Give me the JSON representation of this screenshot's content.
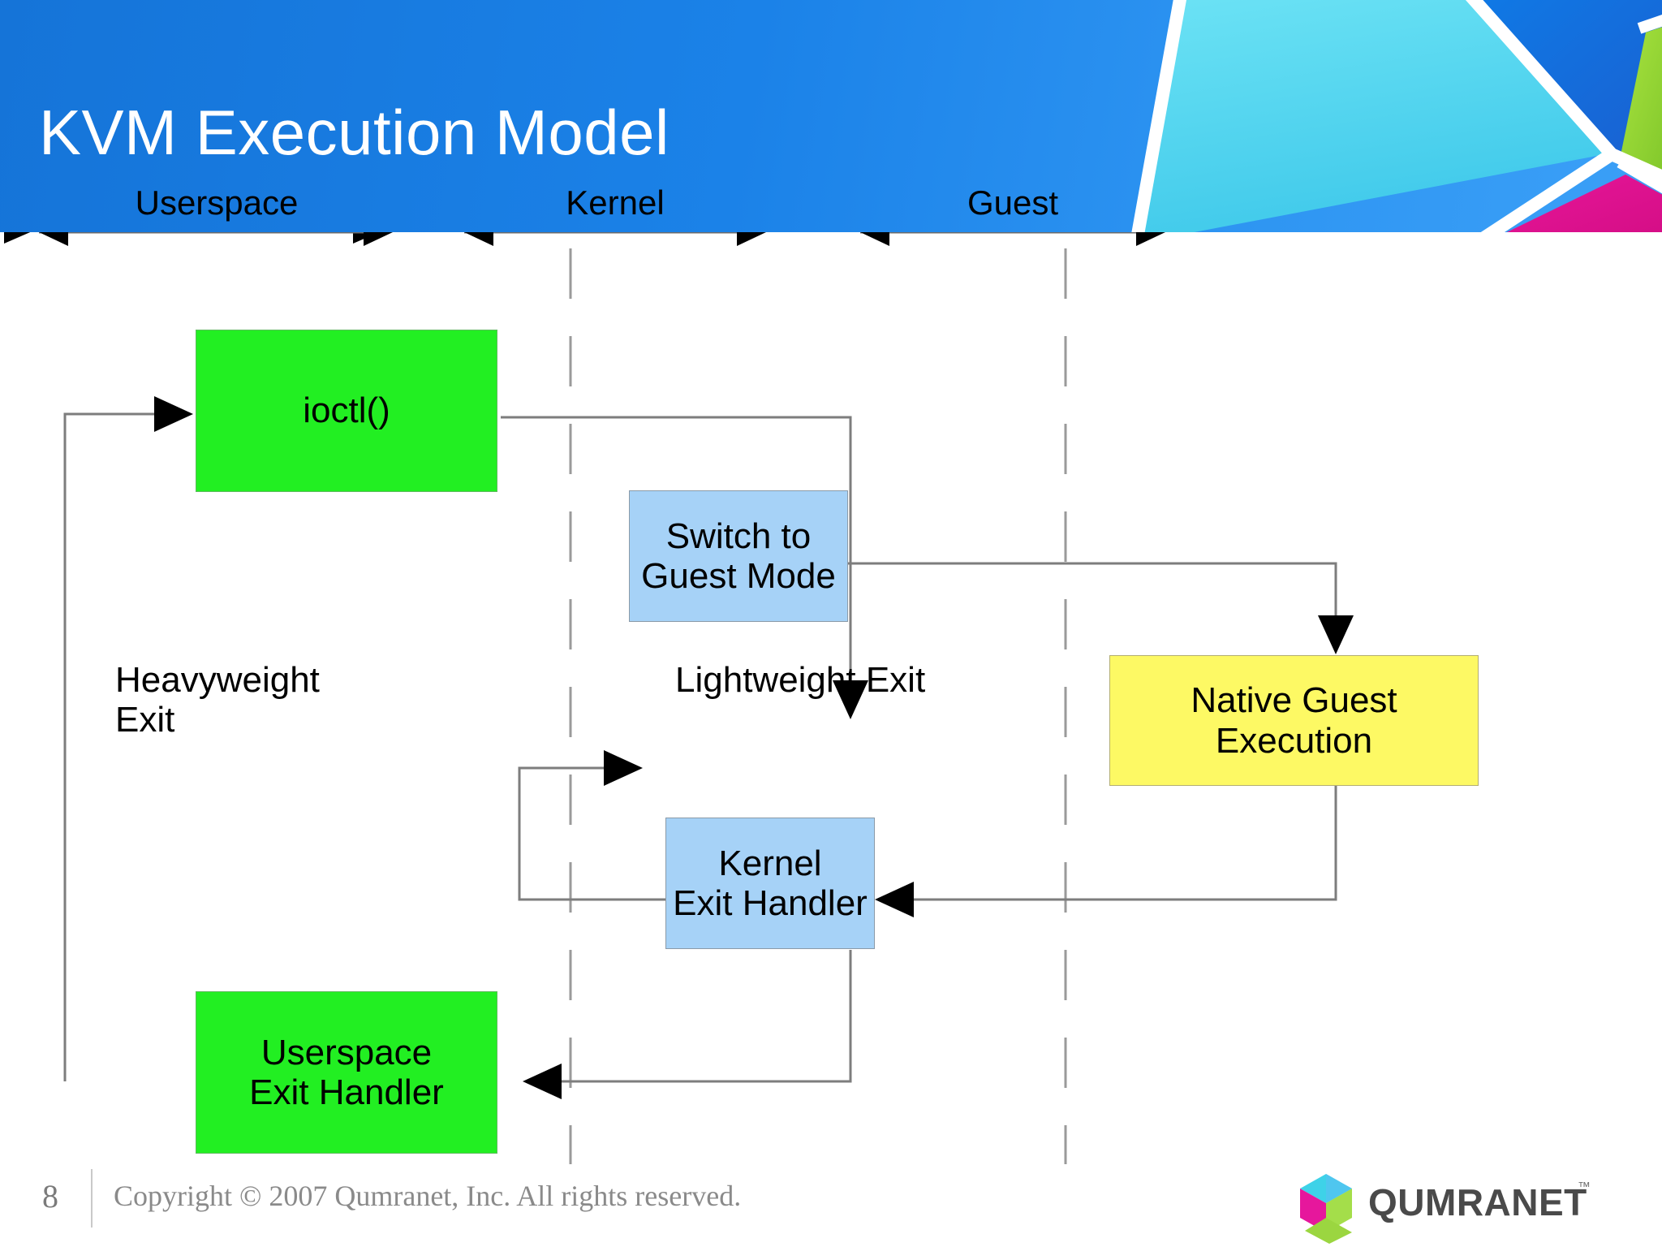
{
  "slide": {
    "title": "KVM Execution Model",
    "accent_blue": "#1b82e8",
    "green_fill": "#22ef22",
    "blue_fill": "#a6d2f7",
    "yellow_fill": "#fdf964"
  },
  "columns": [
    {
      "label": "Userspace",
      "icon": "double-arrow-horizontal"
    },
    {
      "label": "Kernel",
      "icon": "double-arrow-horizontal"
    },
    {
      "label": "Guest",
      "icon": "double-arrow-horizontal"
    }
  ],
  "nodes": [
    {
      "id": "ioctl",
      "label": "ioctl()",
      "color": "green",
      "column": "Userspace"
    },
    {
      "id": "switch-to-guest-mode",
      "label": "Switch to\nGuest Mode",
      "color": "blue",
      "column": "Kernel"
    },
    {
      "id": "native-guest-execution",
      "label": "Native Guest\nExecution",
      "color": "yellow",
      "column": "Guest"
    },
    {
      "id": "kernel-exit-handler",
      "label": "Kernel\nExit Handler",
      "color": "blue",
      "column": "Kernel"
    },
    {
      "id": "userspace-exit-handler",
      "label": "Userspace\nExit Handler",
      "color": "green",
      "column": "Userspace"
    }
  ],
  "annotations": [
    {
      "id": "heavyweight-exit",
      "label": "Heavyweight\nExit"
    },
    {
      "id": "lightweight-exit",
      "label": "Lightweight Exit"
    }
  ],
  "footer": {
    "page_number": "8",
    "copyright": "Copyright © 2007 Qumranet, Inc. All rights reserved.",
    "logo_text": "QUMRANET",
    "logo_tm": "™"
  }
}
